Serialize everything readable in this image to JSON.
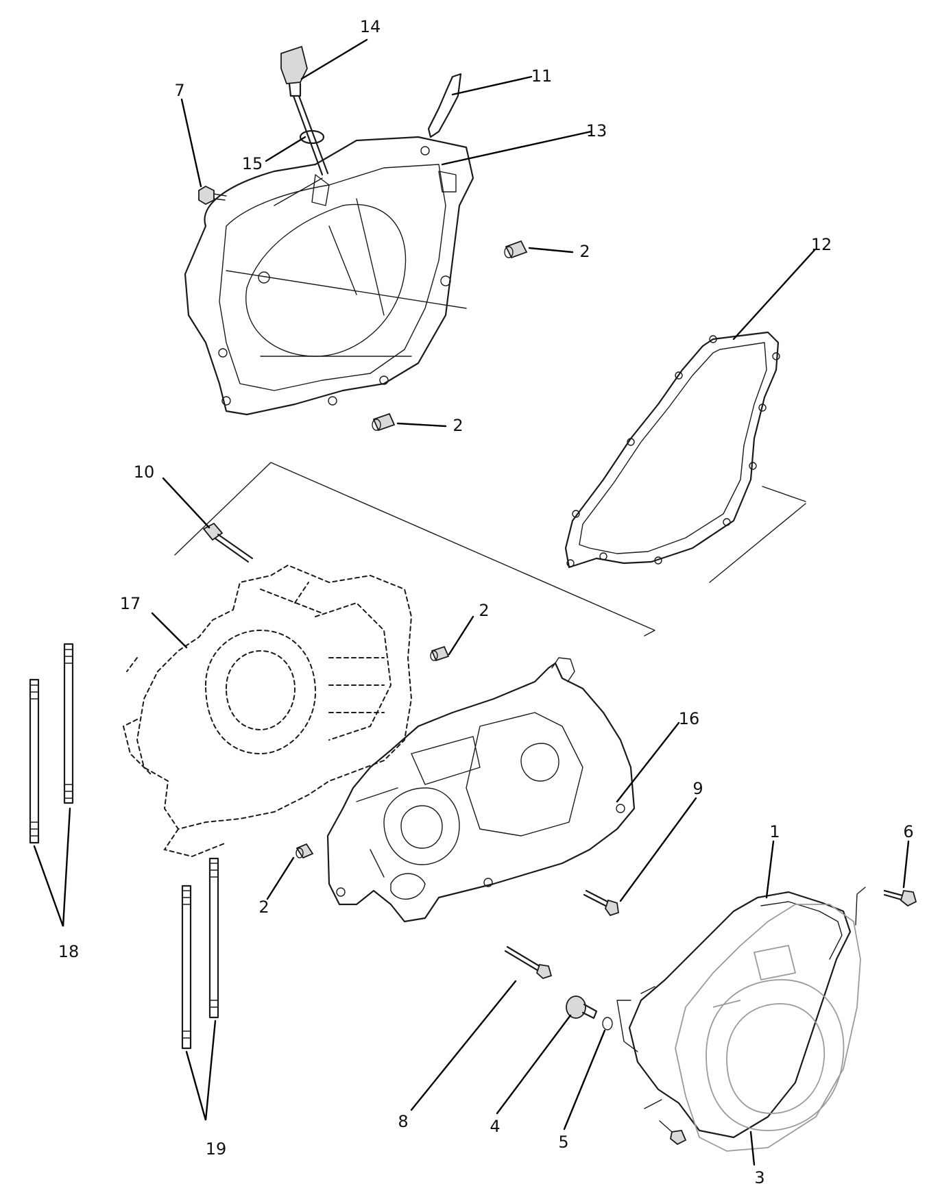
{
  "callouts": {
    "c1": "1",
    "c2a": "2",
    "c2b": "2",
    "c2c": "2",
    "c2d": "2",
    "c3": "3",
    "c4": "4",
    "c5": "5",
    "c6": "6",
    "c7": "7",
    "c8": "8",
    "c9": "9",
    "c10": "10",
    "c11": "11",
    "c12": "12",
    "c13": "13",
    "c14": "14",
    "c15": "15",
    "c16": "16",
    "c17": "17",
    "c18": "18",
    "c19": "19"
  }
}
